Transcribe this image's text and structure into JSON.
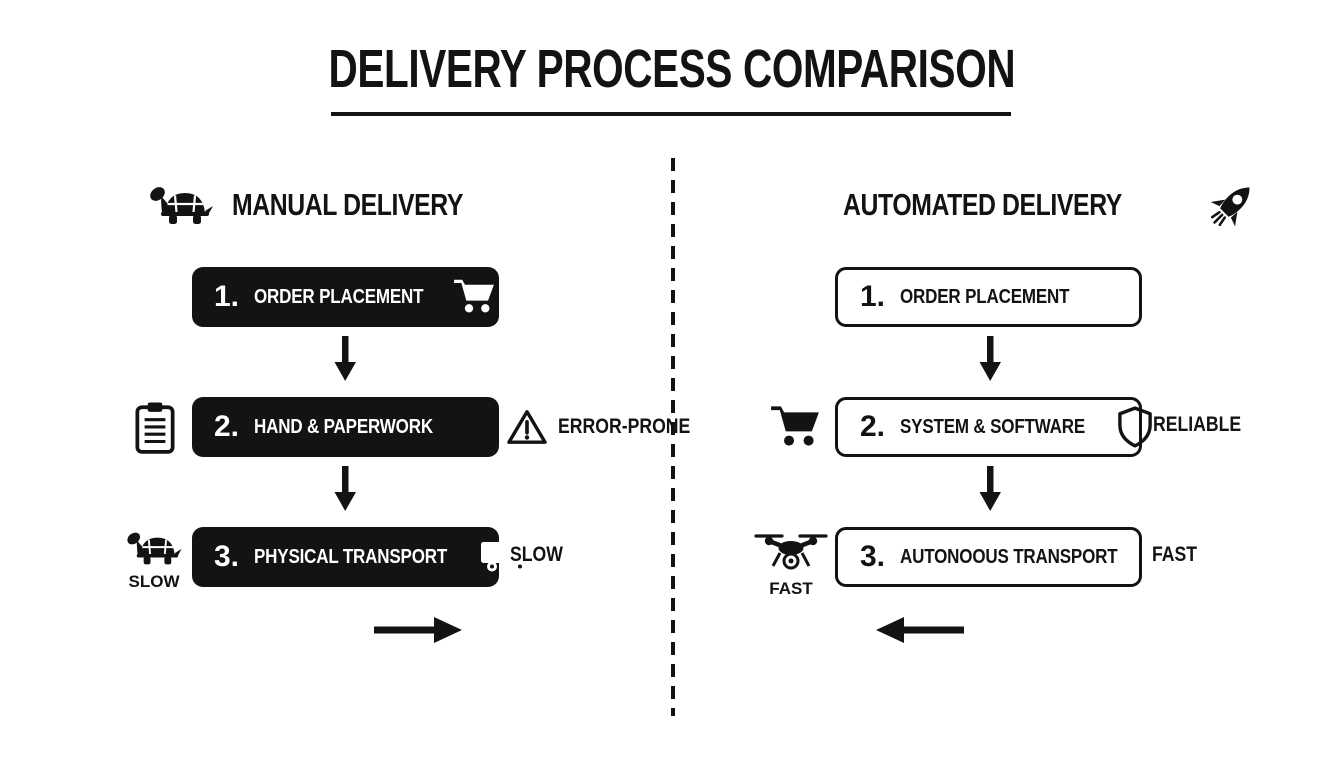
{
  "title": "DELIVERY PROCESS COMPARISON",
  "left_column": {
    "header": "MANUAL DELIVERY",
    "header_icon": "turtle-icon",
    "style": "dark-filled-boxes",
    "steps": [
      {
        "number": "1.",
        "label": "ORDER PLACEMENT",
        "inline_icon": "shopping-cart-icon"
      },
      {
        "number": "2.",
        "label": "HAND & PAPERWORK",
        "outside_left_icon": "clipboard-icon",
        "annotation_icon": "warning-triangle-icon",
        "annotation": "ERROR-PRONE"
      },
      {
        "number": "3.",
        "label": "PHYSICAL TRANSPORT",
        "inline_icon": "delivery-truck-icon",
        "outside_left_icon": "turtle-icon",
        "outside_left_caption": "SLOW",
        "annotation": "SLOW"
      }
    ],
    "flow_arrow_direction": "right"
  },
  "right_column": {
    "header": "AUTOMATED DELIVERY",
    "header_icon": "rocket-icon",
    "style": "outlined-boxes",
    "steps": [
      {
        "number": "1.",
        "label": "ORDER PLACEMENT"
      },
      {
        "number": "2.",
        "label": "SYSTEM & SOFTWARE",
        "inline_icon": "shield-icon",
        "outside_left_icon": "shopping-cart-icon",
        "annotation": "RELIABLE"
      },
      {
        "number": "3.",
        "label": "AUTONOOUS TRANSPORT",
        "outside_left_icon": "drone-icon",
        "outside_left_caption": "FAST",
        "annotation": "FAST"
      }
    ],
    "flow_arrow_direction": "left"
  },
  "colors": {
    "background": "#ffffff",
    "ink": "#131313",
    "dark_box_background": "#131313",
    "dark_box_text": "#ffffff",
    "light_box_background": "#ffffff",
    "light_box_border": "#131313"
  }
}
